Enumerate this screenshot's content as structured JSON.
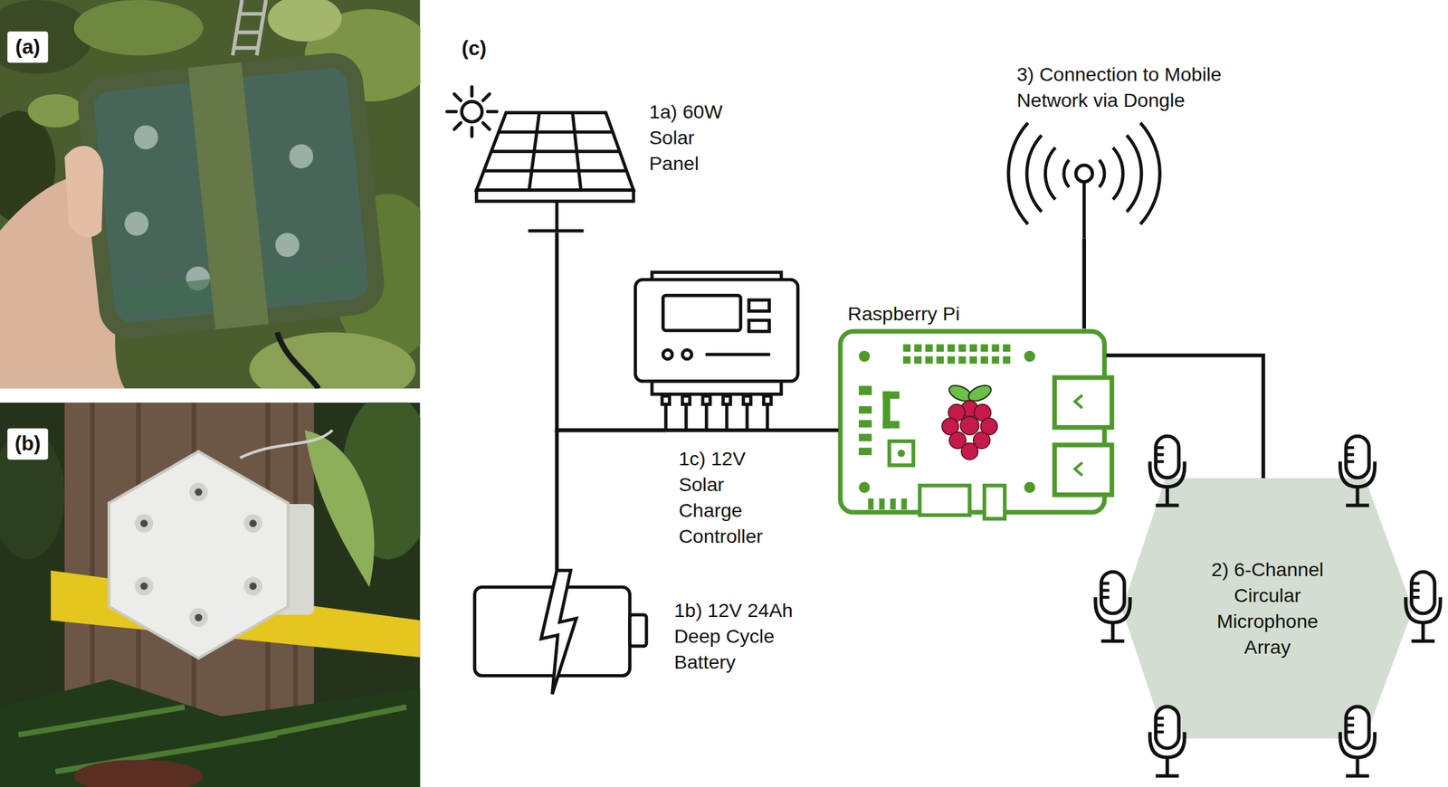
{
  "diagram": {
    "nodes": [
      {
        "text": [
          "1a) 60W Solar Panel"
        ]
      },
      {
        "text": [
          "3) Connection to Mobile Network via Dongle"
        ]
      },
      {
        "text": [
          "1c) 12V Solar Charge Controller"
        ]
      },
      {
        "text": [
          "Raspberry Pi"
        ]
      },
      {
        "text": [
          "1b) 12V 24Ah Deep Cycle Battery"
        ]
      },
      {
        "text": [
          "2) 6-Channel Circular Microphone Array"
        ]
      }
    ],
    "edges": [
      {
        "from": 0,
        "to": 2,
        "arrow": "none"
      },
      {
        "from": 2,
        "to": 4,
        "arrow": "none"
      },
      {
        "from": 2,
        "to": 3,
        "arrow": "none"
      },
      {
        "from": 1,
        "to": 3,
        "arrow": "none"
      },
      {
        "from": 3,
        "to": 5,
        "arrow": "none"
      }
    ],
    "labels": [
      "(a)",
      "(b)",
      "(c)"
    ]
  }
}
